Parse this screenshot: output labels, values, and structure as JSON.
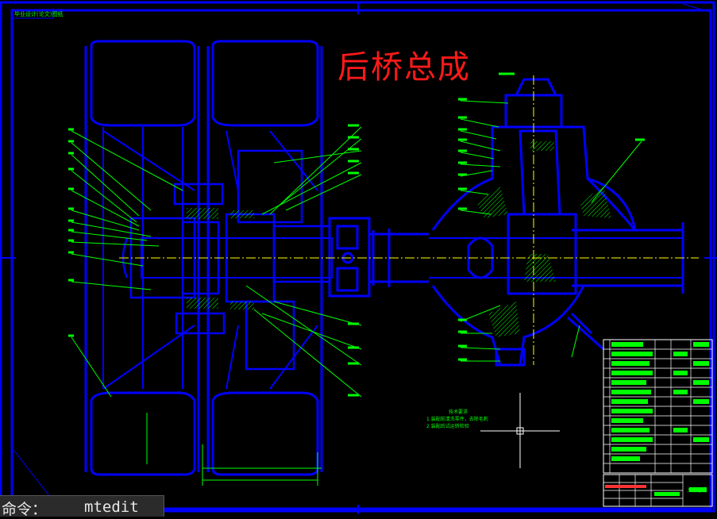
{
  "drawing": {
    "title": "后桥总成",
    "titleblock_tag": "毕业设计(论文)图纸",
    "notes_title": "技术要求",
    "notes_lines": [
      "1.装配前清洗零件，去除毛刺",
      "2.装配后试运转检验"
    ],
    "titleblock_name": "后桥总成"
  },
  "command_line": {
    "prompt": "命令：",
    "value": "mtedit"
  },
  "colors": {
    "background": "#000000",
    "frame": "#0000ff",
    "leaders": "#00ff00",
    "title": "#ff1a1a",
    "centerline": "#ffff00",
    "hatch": "#00ff00",
    "cursor": "#ffffff"
  }
}
